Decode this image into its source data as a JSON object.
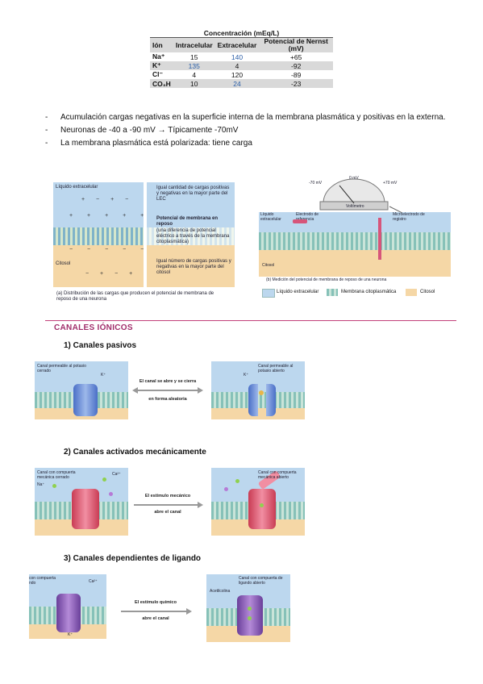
{
  "table": {
    "caption": "Concentración (mEq/L)",
    "headers": [
      "Ión",
      "Intracelular",
      "Extracelular",
      "Potencial de Nernst (mV)"
    ],
    "rows": [
      [
        "Na⁺",
        "15",
        "140",
        "+65"
      ],
      [
        "K⁺",
        "135",
        "4",
        "-92"
      ],
      [
        "Cl⁻",
        "4",
        "120",
        "-89"
      ],
      [
        "CO₃H",
        "10",
        "24",
        "-23"
      ]
    ]
  },
  "bullets": [
    "Acumulación cargas negativas en la superficie interna de la membrana plasmática y positivas en la externa.",
    "Neuronas de -40 a -90 mV → Típicamente -70mV",
    "La membrana plasmática está polarizada: tiene carga"
  ],
  "figA": {
    "lec": "Líquido extracelular",
    "cit": "Citosol",
    "note1": "Igual cantidad de cargas positivas y negativas en la mayor parte del LEC",
    "note2_title": "Potencial de membrana en reposo",
    "note2_body": "(una diferencia de potencial eléctrico a través de la membrana citoplasmática)",
    "note3": "Igual número de cargas positivas y negativas en la mayor parte del citosol",
    "caption": "(a) Distribución de las cargas que producen el potencial de membrana de reposo de una neurona"
  },
  "figB": {
    "meter": "Voltímetro",
    "ticks": [
      "-70 mV",
      "0 mV",
      "+70 mV"
    ],
    "lec": "Líquido extracelular",
    "electrode": "Electrodo de referencia",
    "micro": "Microelectrodo de registro",
    "cit": "Citosol",
    "caption": "(b) Medición del potencial de membrana de reposo de una neurona"
  },
  "legend": [
    "Líquido extracelular",
    "Membrana citoplasmática",
    "Citosol"
  ],
  "colors": {
    "lec": "#bcd7ee",
    "membrane": "#e9a0b4",
    "cit": "#f5d7a6",
    "section": "#a12e6b"
  },
  "section_title": "CANALES IÓNICOS",
  "channels": [
    {
      "title": "1)  Canales pasivos",
      "left_label": "Canal permeable al potasio cerrado",
      "ion": "K⁺",
      "arrow_top": "El canal se abre y se cierra",
      "arrow_bottom": "en forma aleatoria",
      "right_label": "Canal permeable al potasio abierto",
      "ion_right": "K⁺"
    },
    {
      "title": "2)  Canales activados mecánicamente",
      "left_label": "Canal con compuerta mecánica cerrado",
      "ion": "Na⁺",
      "ion2": "Ca²⁺",
      "arrow_top": "El estímulo mecánico",
      "arrow_bottom": "abre el canal",
      "right_label": "Canal con compuerta mecánica abierto"
    },
    {
      "title": "3)  Canales dependientes de ligando",
      "left_label": "con compuerta ndo",
      "ion": "K⁺",
      "ion2": "Ca²⁺",
      "arrow_top": "El estímulo químico",
      "arrow_bottom": "abre el canal",
      "right_label": "Canal con compuerta de ligando abierto",
      "ligand": "Acetilcolina"
    }
  ]
}
